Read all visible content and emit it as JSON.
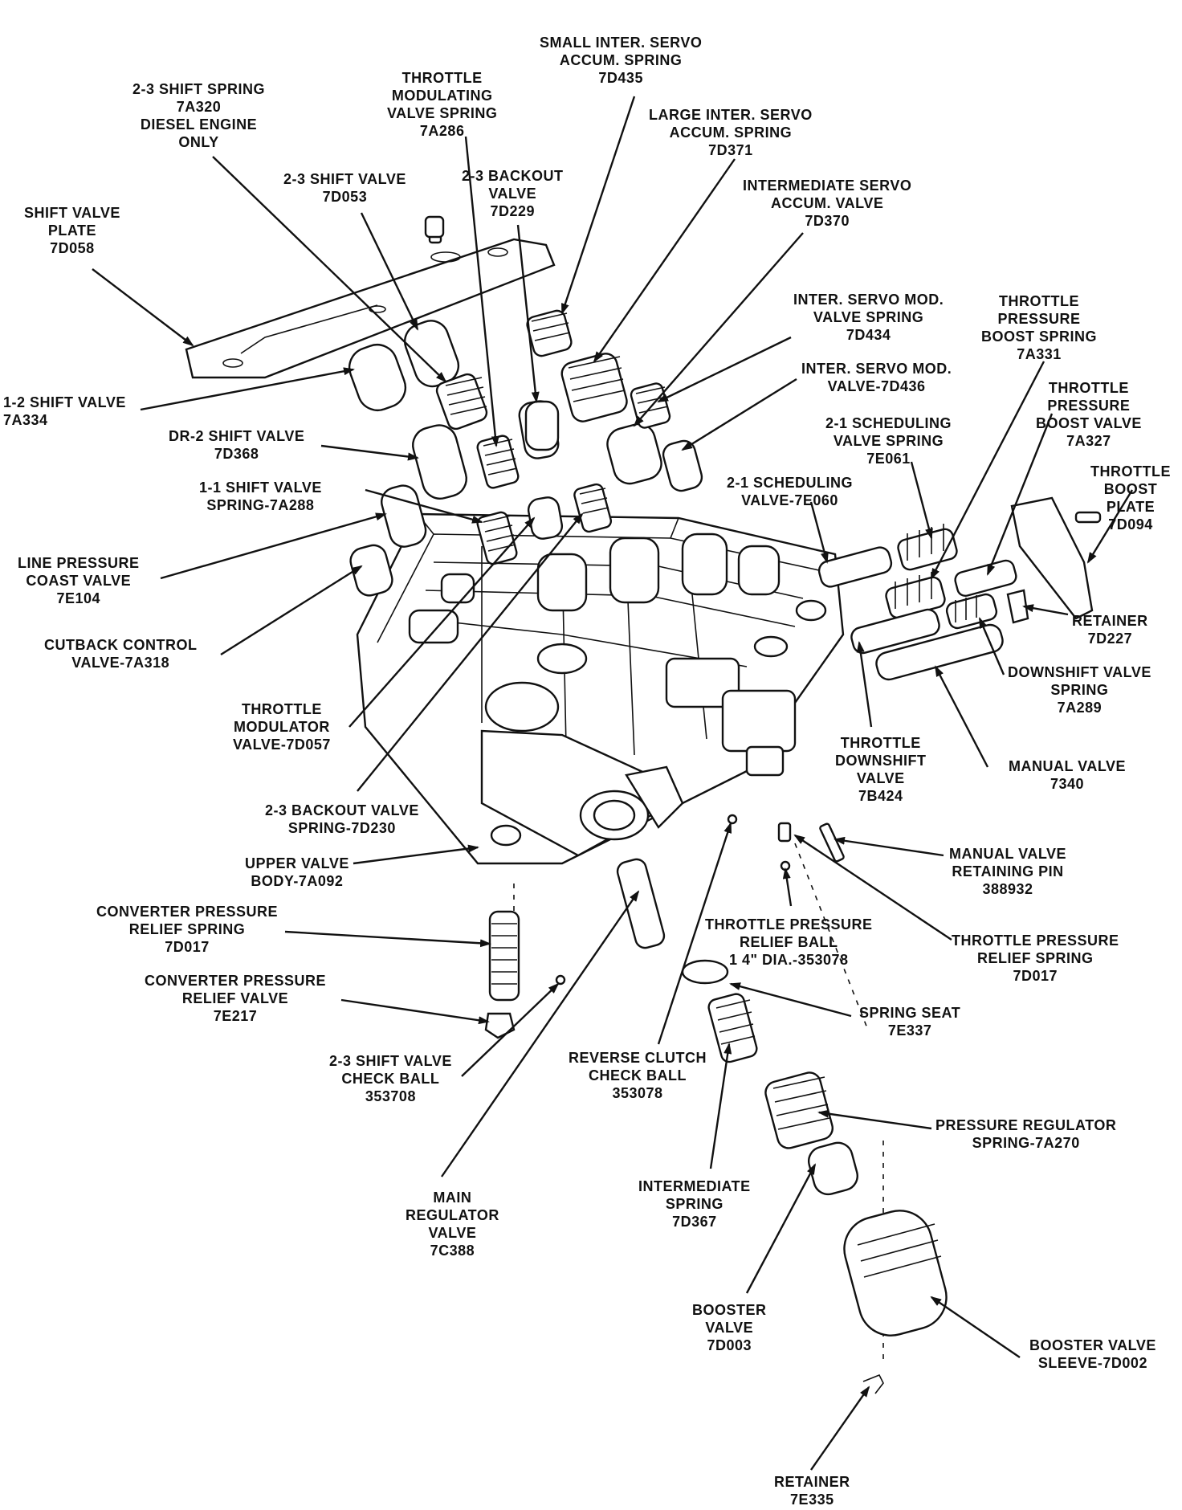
{
  "labels": {
    "small_inter_servo_accum_spring": "SMALL INTER. SERVO\nACCUM. SPRING\n7D435",
    "throttle_modulating_valve_spring": "THROTTLE\nMODULATING\nVALVE SPRING\n7A286",
    "shift_spring_2_3": "2-3 SHIFT SPRING\n7A320\nDIESEL ENGINE\nONLY",
    "large_inter_servo_accum_spring": "LARGE INTER. SERVO\nACCUM. SPRING\n7D371",
    "shift_valve_2_3": "2-3 SHIFT VALVE\n7D053",
    "backout_valve_2_3": "2-3 BACKOUT\nVALVE\n7D229",
    "intermediate_servo_accum_valve": "INTERMEDIATE SERVO\nACCUM. VALVE\n7D370",
    "shift_valve_plate": "SHIFT VALVE\nPLATE\n7D058",
    "inter_servo_mod_valve_spring": "INTER. SERVO MOD.\nVALVE SPRING\n7D434",
    "throttle_pressure_boost_spring": "THROTTLE\nPRESSURE\nBOOST SPRING\n7A331",
    "inter_servo_mod_valve": "INTER. SERVO MOD.\nVALVE-7D436",
    "shift_valve_1_2": "1-2 SHIFT VALVE\n7A334",
    "throttle_pressure_boost_valve": "THROTTLE\nPRESSURE\nBOOST VALVE\n7A327",
    "scheduling_valve_spring_2_1": "2-1 SCHEDULING\nVALVE SPRING\n7E061",
    "dr2_shift_valve": "DR-2 SHIFT VALVE\n7D368",
    "throttle_boost_plate": "THROTTLE\nBOOST\nPLATE\n7D094",
    "shift_valve_spring_1_1": "1-1 SHIFT VALVE\nSPRING-7A288",
    "scheduling_valve_2_1": "2-1 SCHEDULING\nVALVE-7E060",
    "line_pressure_coast_valve": "LINE PRESSURE\nCOAST VALVE\n7E104",
    "retainer_7d227": "RETAINER\n7D227",
    "cutback_control_valve": "CUTBACK CONTROL\nVALVE-7A318",
    "downshift_valve_spring": "DOWNSHIFT VALVE\nSPRING\n7A289",
    "throttle_modulator_valve": "THROTTLE\nMODULATOR\nVALVE-7D057",
    "throttle_downshift_valve": "THROTTLE\nDOWNSHIFT\nVALVE\n7B424",
    "manual_valve": "MANUAL VALVE\n7340",
    "backout_valve_spring_2_3": "2-3 BACKOUT VALVE\nSPRING-7D230",
    "manual_valve_retaining_pin": "MANUAL VALVE\nRETAINING PIN\n388932",
    "upper_valve_body": "UPPER VALVE\nBODY-7A092",
    "converter_pressure_relief_spring": "CONVERTER PRESSURE\nRELIEF SPRING\n7D017",
    "throttle_pressure_relief_ball": "THROTTLE PRESSURE\nRELIEF BALL\n1 4\" DIA.-353078",
    "throttle_pressure_relief_spring": "THROTTLE PRESSURE\nRELIEF SPRING\n7D017",
    "converter_pressure_relief_valve": "CONVERTER PRESSURE\nRELIEF VALVE\n7E217",
    "spring_seat": "SPRING SEAT\n7E337",
    "shift_valve_check_ball_2_3": "2-3 SHIFT VALVE\nCHECK BALL\n353708",
    "reverse_clutch_check_ball": "REVERSE CLUTCH\nCHECK BALL\n353078",
    "pressure_regulator_spring": "PRESSURE REGULATOR\nSPRING-7A270",
    "intermediate_spring": "INTERMEDIATE\nSPRING\n7D367",
    "main_regulator_valve": "MAIN\nREGULATOR\nVALVE\n7C388",
    "booster_valve": "BOOSTER\nVALVE\n7D003",
    "booster_valve_sleeve": "BOOSTER VALVE\nSLEEVE-7D002",
    "retainer_7e335": "RETAINER\n7E335"
  }
}
